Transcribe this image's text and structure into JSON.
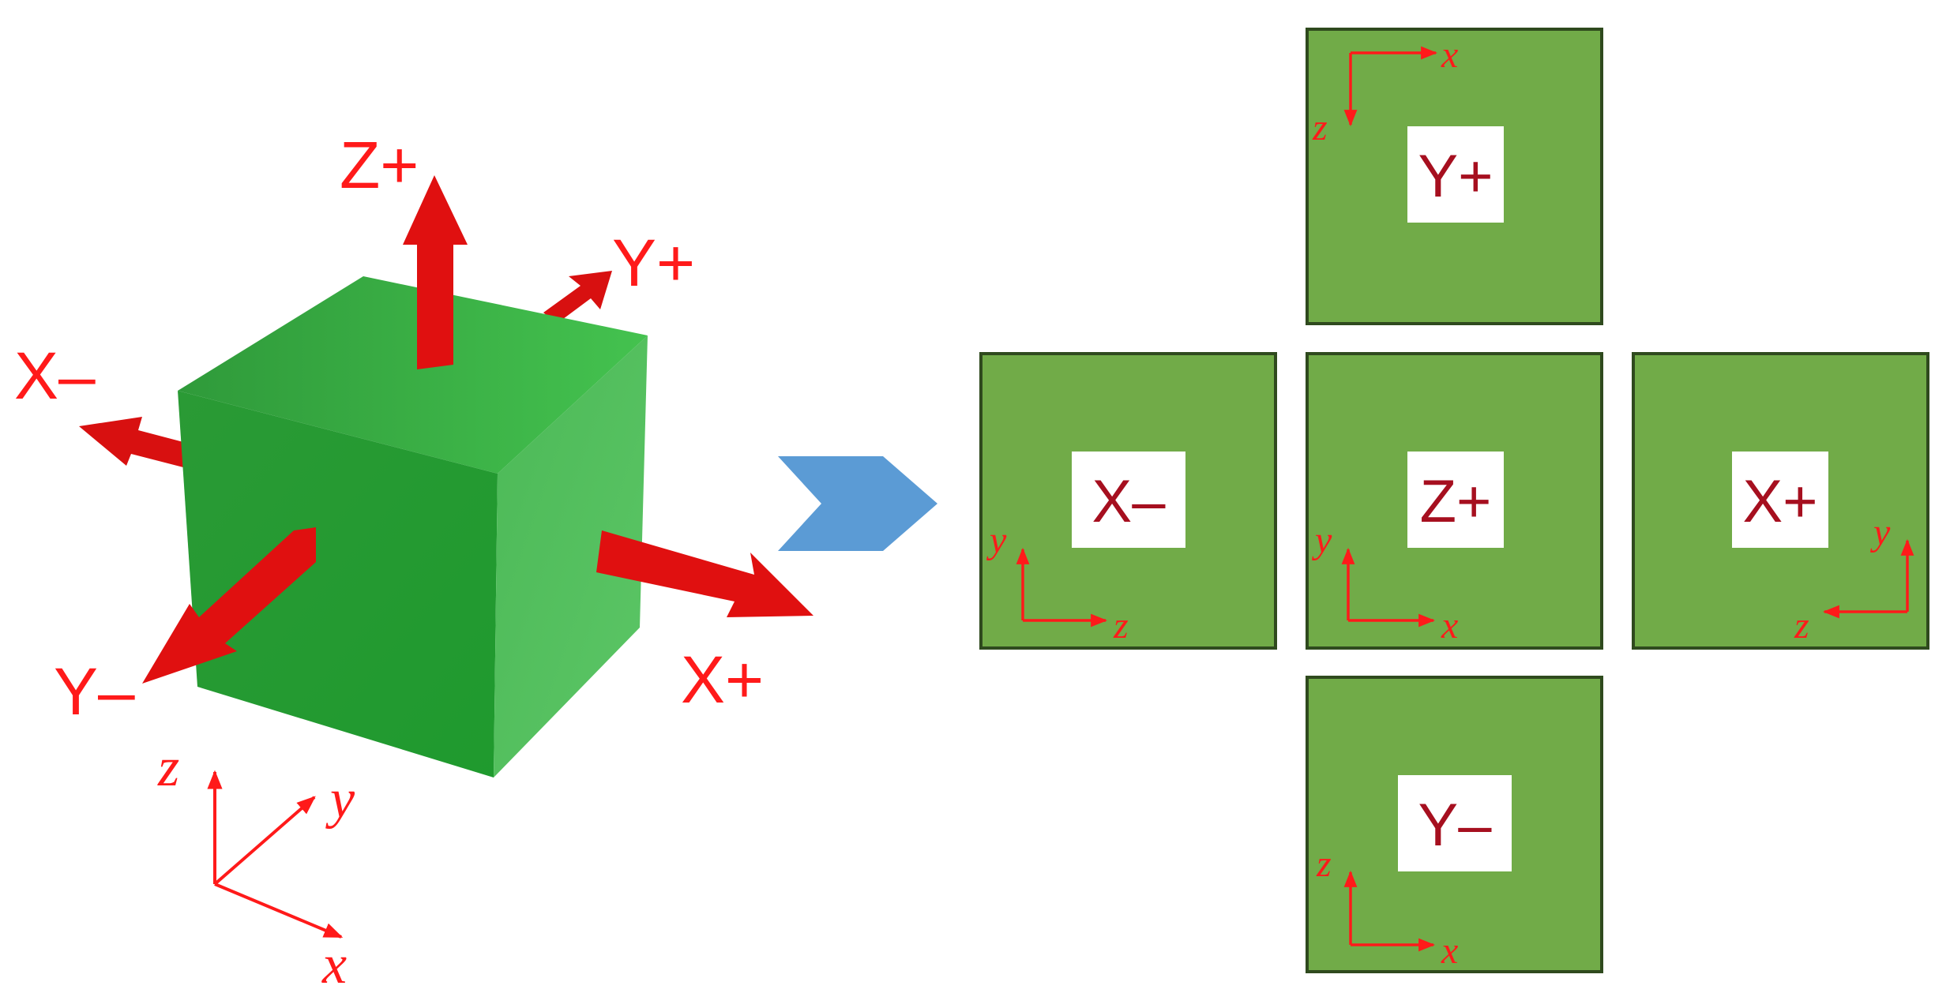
{
  "colors": {
    "cube_front": "#2aa33a",
    "cube_top": "#3bbf4a",
    "cube_side": "#56c260",
    "arrow": "#e01010",
    "label": "#ff1a1a",
    "face_fill": "#71ab48",
    "face_border": "#2f4a1e",
    "face_label": "#a60f1f",
    "transition_arrow": "#5b9bd5"
  },
  "cube": {
    "directions": [
      {
        "id": "z-plus",
        "label": "Z+"
      },
      {
        "id": "y-plus",
        "label": "Y+"
      },
      {
        "id": "x-minus",
        "label": "X–"
      },
      {
        "id": "x-plus",
        "label": "X+"
      },
      {
        "id": "y-minus",
        "label": "Y–"
      }
    ],
    "axes": {
      "x": "x",
      "y": "y",
      "z": "z"
    }
  },
  "faces": [
    {
      "id": "y-plus",
      "label": "Y+",
      "h_axis": "x",
      "v_axis": "z"
    },
    {
      "id": "x-minus",
      "label": "X–",
      "h_axis": "z",
      "v_axis": "y"
    },
    {
      "id": "z-plus",
      "label": "Z+",
      "h_axis": "x",
      "v_axis": "y"
    },
    {
      "id": "x-plus",
      "label": "X+",
      "h_axis": "z",
      "v_axis": "y"
    },
    {
      "id": "y-minus",
      "label": "Y–",
      "h_axis": "x",
      "v_axis": "z"
    }
  ]
}
